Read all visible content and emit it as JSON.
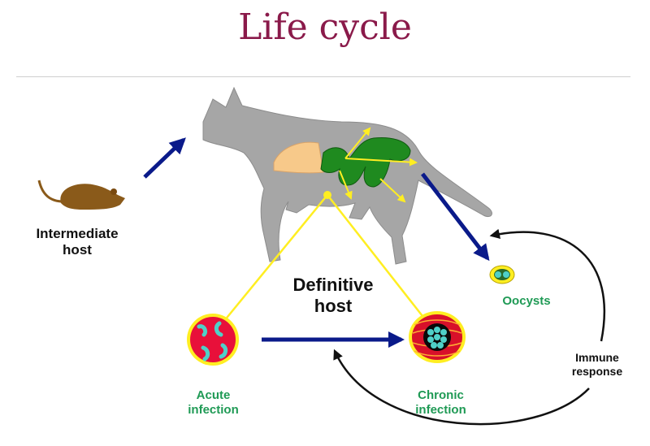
{
  "title": "Life cycle",
  "labels": {
    "intermediate_host": "Intermediate host",
    "definitive_host": "Definitive host",
    "oocysts": "Oocysts",
    "acute_infection": "Acute infection",
    "chronic_infection": "Chronic infection",
    "immune_response": "Immune response"
  },
  "colors": {
    "title": "#8a1a4a",
    "arrow": "#0a1a8a",
    "triangle": "#ffee22",
    "cat": "#a6a6a6",
    "mouse": "#8a5a1a",
    "green_label": "#1f9a55",
    "organs_green": "#1f8a1f",
    "liver": "#f7c98a",
    "acute_cell": "#e8103a",
    "parasite": "#4fd0c8"
  },
  "icons": [
    "mouse-icon",
    "cat-icon",
    "oocyst-icon",
    "acute-infection-icon",
    "chronic-infection-icon"
  ]
}
